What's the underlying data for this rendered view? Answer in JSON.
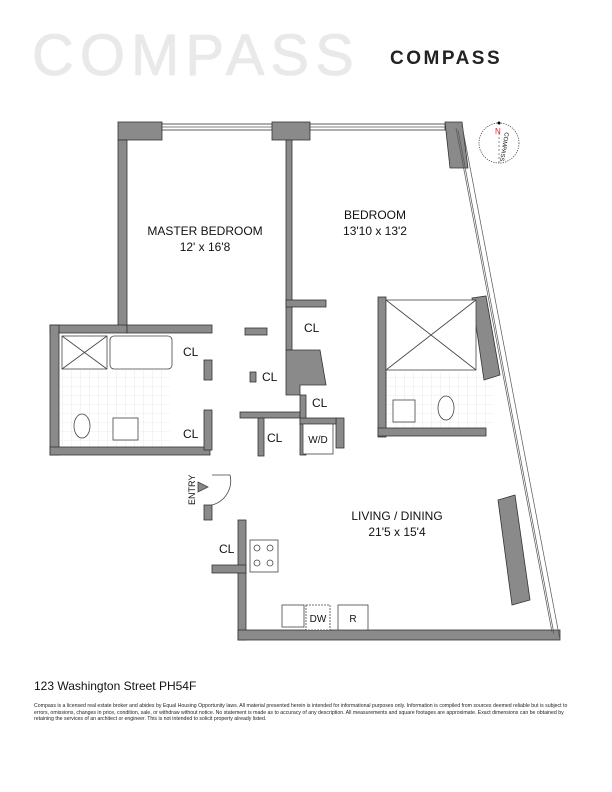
{
  "header": {
    "watermark_logo": "COMPASS",
    "brand_logo": "COMPASS"
  },
  "compass_rose": {
    "north_label": "N",
    "text": "COMPASS"
  },
  "rooms": {
    "master_bedroom": {
      "name": "MASTER BEDROOM",
      "dims": "12' x 16'8"
    },
    "bedroom": {
      "name": "BEDROOM",
      "dims": "13'10 x 13'2"
    },
    "living_dining": {
      "name": "LIVING / DINING",
      "dims": "21'5 x 15'4"
    }
  },
  "labels": {
    "closet": "CL",
    "washer_dryer": "W/D",
    "dishwasher": "DW",
    "refrigerator": "R",
    "entry": "ENTRY"
  },
  "footer": {
    "address": "123 Washington Street PH54F",
    "disclaimer": "Compass is a licensed real estate broker and abides by Equal Housing Opportunity laws. All material presented herein is intended for informational purposes only. Information is compiled from sources deemed reliable but is subject to errors, omissions, changes in price, condition, sale, or withdraw without notice. No statement is made as to accuracy of any description. All measurements and square footages are approximate. Exact dimensions can be obtained by retaining the services of an architect or engineer. This is not intended to solicit property already listed."
  }
}
